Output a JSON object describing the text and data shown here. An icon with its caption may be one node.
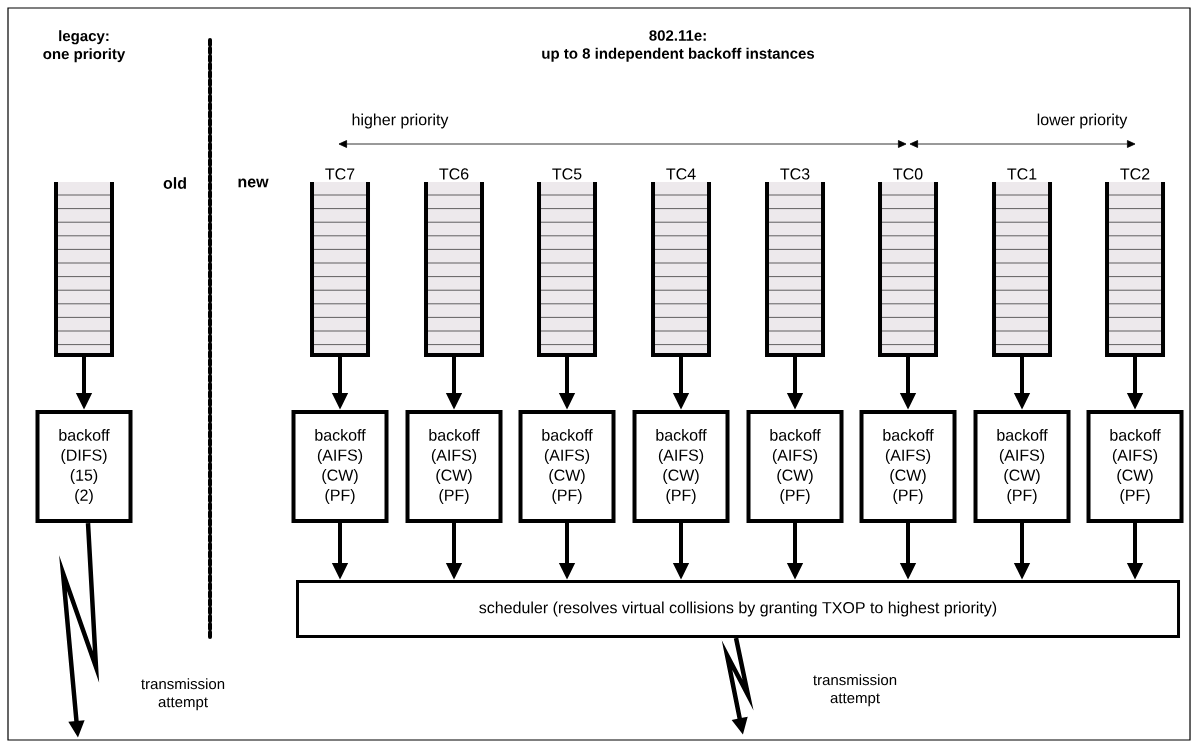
{
  "diagram": {
    "nodes": [
      {
        "text": [],
        "shape": "box"
      },
      {
        "text": [
          "backoff",
          "(DIFS)",
          "(15)",
          "(2)"
        ]
      },
      {
        "text": [
          "TC7"
        ]
      },
      {
        "text": [
          "TC6"
        ]
      },
      {
        "text": [
          "TC5"
        ]
      },
      {
        "text": [
          "TC4"
        ]
      },
      {
        "text": [
          "TC3"
        ]
      },
      {
        "text": [
          "TC0"
        ]
      },
      {
        "text": [
          "TC1"
        ]
      },
      {
        "text": [
          "TC2"
        ]
      },
      {
        "text": [
          "backoff",
          "(AIFS)",
          "(CW)",
          "(PF)"
        ]
      },
      {
        "text": [
          "backoff",
          "(AIFS)",
          "(CW)",
          "(PF)"
        ]
      },
      {
        "text": [
          "backoff",
          "(AIFS)",
          "(CW)",
          "(PF)"
        ]
      },
      {
        "text": [
          "backoff",
          "(AIFS)",
          "(CW)",
          "(PF)"
        ]
      },
      {
        "text": [
          "backoff",
          "(AIFS)",
          "(CW)",
          "(PF)"
        ]
      },
      {
        "text": [
          "backoff",
          "(AIFS)",
          "(CW)",
          "(PF)"
        ]
      },
      {
        "text": [
          "backoff",
          "(AIFS)",
          "(CW)",
          "(PF)"
        ]
      },
      {
        "text": [
          "backoff",
          "(AIFS)",
          "(CW)",
          "(PF)"
        ]
      },
      {
        "text": [
          "scheduler (resolves virtual collisions by granting TXOP to highest priority)"
        ]
      }
    ],
    "edges": [
      {
        "from": 0,
        "to": 1,
        "arrow": "to"
      },
      {
        "from": 1,
        "to": null,
        "arrow": "to"
      },
      {
        "from": 2,
        "to": 10,
        "arrow": "to"
      },
      {
        "from": 3,
        "to": 11,
        "arrow": "to"
      },
      {
        "from": 4,
        "to": 12,
        "arrow": "to"
      },
      {
        "from": 5,
        "to": 13,
        "arrow": "to"
      },
      {
        "from": 6,
        "to": 14,
        "arrow": "to"
      },
      {
        "from": 7,
        "to": 15,
        "arrow": "to"
      },
      {
        "from": 8,
        "to": 16,
        "arrow": "to"
      },
      {
        "from": 9,
        "to": 17,
        "arrow": "to"
      },
      {
        "from": 10,
        "to": 18,
        "arrow": "to"
      },
      {
        "from": 11,
        "to": 18,
        "arrow": "to"
      },
      {
        "from": 12,
        "to": 18,
        "arrow": "to"
      },
      {
        "from": 13,
        "to": 18,
        "arrow": "to"
      },
      {
        "from": 14,
        "to": 18,
        "arrow": "to"
      },
      {
        "from": 15,
        "to": 18,
        "arrow": "to"
      },
      {
        "from": 16,
        "to": 18,
        "arrow": "to"
      },
      {
        "from": 17,
        "to": 18,
        "arrow": "to"
      },
      {
        "from": 18,
        "to": null,
        "arrow": "to"
      }
    ],
    "labels": [
      "legacy: one priority",
      "802.11e: up to 8 independent backoff instances",
      "higher priority",
      "lower priority",
      "old",
      "new",
      "transmission attempt",
      "transmission attempt"
    ]
  }
}
